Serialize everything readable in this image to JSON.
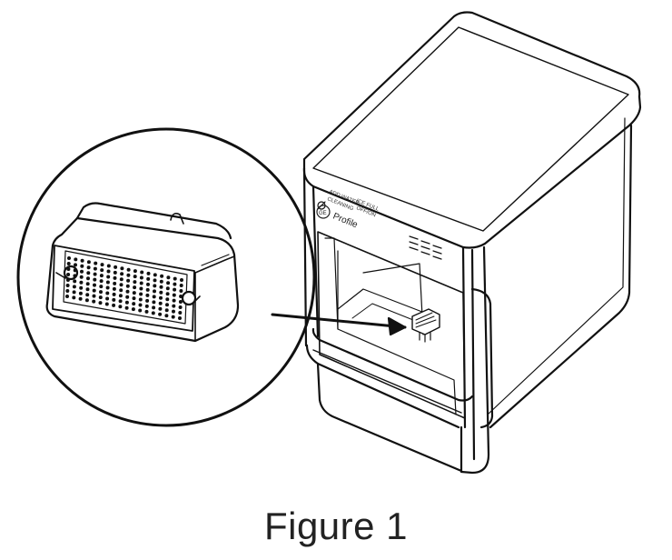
{
  "figure": {
    "caption": "Figure 1",
    "brand_label": "Profile",
    "brand_logo_letters": "GE",
    "panel_labels": [
      "ADD WATER",
      "ICE FULL",
      "CLEANING",
      "OFF/ON"
    ]
  }
}
